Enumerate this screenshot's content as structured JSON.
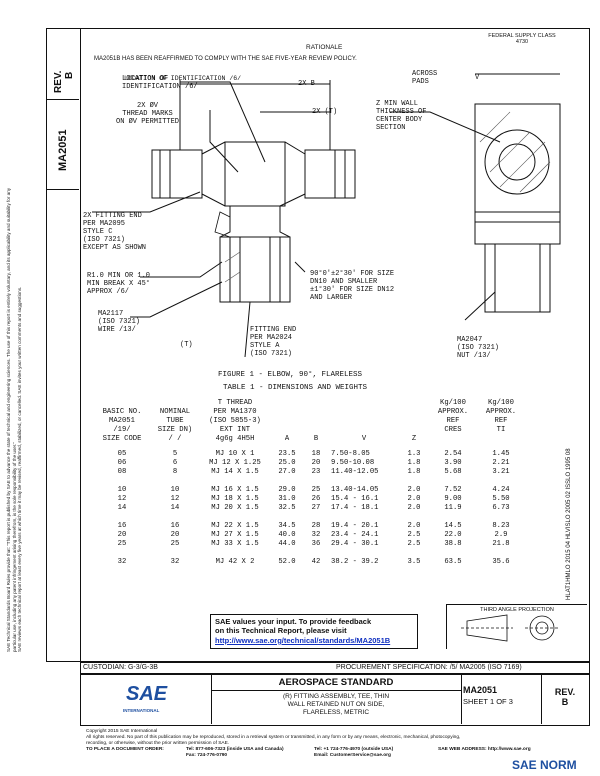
{
  "header": {
    "fed_class": "FEDERAL SUPPLY CLASS\n4730",
    "rationale_title": "RATIONALE",
    "rationale_text": "MA2051B HAS BEEN REAFFIRMED TO COMPLY WITH THE SAE FIVE-YEAR REVIEW POLICY."
  },
  "sidebar": {
    "rev_label": "REV.",
    "rev_value": "B",
    "doc_number": "MA2051",
    "legal_lines": [
      "SAE Technical Standards Board Rules provide that: \"This report is published by SAE to advance the state of technical and engineering sciences. The use of this report is entirely voluntary, and its applicability and suitability for any particular use, including any patent infringement arising therefrom, is the sole responsibility of the user.\"",
      "SAE reviews each technical report at least every five years at which time it may be revised, reaffirmed, stabilized, or cancelled. SAE invites your written comments and suggestions."
    ]
  },
  "drawing": {
    "callouts": {
      "location": "LOCATION OF\nIDENTIFICATION /6/",
      "dia2x": "2X ØV\nTHREAD MARKS\nON ØV PERMITTED",
      "twoxb": "2X B",
      "twoxt": "2X (T)",
      "across_pads": "ACROSS\nPADS",
      "v": "V",
      "zmin": "Z MIN WALL\nTHICKNESS OF\nCENTER BODY\nSECTION",
      "fitting_end": "2X FITTING END\nPER MA2095\nSTYLE C\n(ISO 7321)\nEXCEPT AS SHOWN",
      "r": "R1.0 MIN OR 1.0\nMIN BREAK X 45°\nAPPROX /6/",
      "angle": "90°0'±2°30' FOR SIZE\nDN10 AND SMALLER\n±1°30' FOR SIZE DN12\nAND LARGER",
      "wire": "MA2117\n(ISO 7321)\nWIRE /13/",
      "fitting_end2": "FITTING END\nPER MA2024\nSTYLE A\n(ISO 7321)",
      "t": "(T)",
      "nut": "MA2047\n(ISO 7321)\nNUT /13/",
      "figure": "FIGURE 1 - ELBOW, 90°, FLARELESS",
      "table_title": "TABLE 1 - DIMENSIONS AND WEIGHTS"
    },
    "right_code": "HLAT1HMLO 2015 04    HLVISLO 2005 02    ISSLO 1995 08"
  },
  "table": {
    "header_rows": [
      [
        "",
        "",
        "T THREAD",
        "",
        "",
        "",
        "",
        "",
        "Kg/100",
        "Kg/100"
      ],
      [
        "BASIC NO.",
        "NOMINAL",
        "PER MA1370",
        "",
        "",
        "",
        "",
        "",
        "APPROX.",
        "APPROX."
      ],
      [
        "MA2051",
        "TUBE",
        "(ISO 5855-3)",
        "",
        "",
        "",
        "",
        "",
        "REF",
        "REF"
      ],
      [
        "/19/",
        "SIZE DN)",
        "EXT     INT",
        "",
        "",
        "",
        "",
        "",
        "CRES",
        "TI"
      ],
      [
        "SIZE CODE",
        "/ /",
        "4g6g     4H5H",
        "A",
        "B",
        "V",
        "Z",
        "",
        "",
        ""
      ]
    ],
    "rows": [
      [
        "05",
        "5",
        "MJ 10 X 1",
        "23.5",
        "18",
        "7.50-8.05",
        "1.3",
        "2.54",
        "1.45"
      ],
      [
        "06",
        "6",
        "MJ 12 X 1.25",
        "25.0",
        "20",
        "9.50-10.08",
        "1.8",
        "3.90",
        "2.21"
      ],
      [
        "08",
        "8",
        "MJ 14 X 1.5",
        "27.0",
        "23",
        "11.40-12.05",
        "1.8",
        "5.68",
        "3.21"
      ],
      [
        "",
        "",
        "",
        "",
        "",
        "",
        "",
        "",
        ""
      ],
      [
        "10",
        "10",
        "MJ 16 X 1.5",
        "29.0",
        "25",
        "13.40-14.05",
        "2.0",
        "7.52",
        "4.24"
      ],
      [
        "12",
        "12",
        "MJ 18 X 1.5",
        "31.0",
        "26",
        "15.4 - 16.1",
        "2.0",
        "9.00",
        "5.50"
      ],
      [
        "14",
        "14",
        "MJ 20 X 1.5",
        "32.5",
        "27",
        "17.4 - 18.1",
        "2.0",
        "11.9",
        "6.73"
      ],
      [
        "",
        "",
        "",
        "",
        "",
        "",
        "",
        "",
        ""
      ],
      [
        "16",
        "16",
        "MJ 22 X 1.5",
        "34.5",
        "28",
        "19.4 - 20.1",
        "2.0",
        "14.5",
        "8.23"
      ],
      [
        "20",
        "20",
        "MJ 27 X 1.5",
        "40.0",
        "32",
        "23.4 - 24.1",
        "2.5",
        "22.0",
        "2.9"
      ],
      [
        "25",
        "25",
        "MJ 33 X 1.5",
        "44.0",
        "36",
        "29.4 - 30.1",
        "2.5",
        "38.8",
        "21.8"
      ],
      [
        "",
        "",
        "",
        "",
        "",
        "",
        "",
        "",
        ""
      ],
      [
        "32",
        "32",
        "MJ 42 X 2",
        "52.0",
        "42",
        "38.2 - 39.2",
        "3.5",
        "63.5",
        "35.6"
      ]
    ]
  },
  "projection_label": "THIRD ANGLE PROJECTION",
  "notice": {
    "line1": "SAE values your input. To provide feedback",
    "line2": "on this Technical Report, please visit",
    "link": "http://www.sae.org/technical/standards/MA2051B"
  },
  "title_block": {
    "custodian": "CUSTODIAN: G-3/G-3B",
    "procurement": "PROCUREMENT SPECIFICATION: /5/ MA2005 (ISO 7169)",
    "logo": "SAE",
    "logo_sub": "INTERNATIONAL",
    "standard": "AEROSPACE STANDARD",
    "title_lines": [
      "(R) FITTING ASSEMBLY, TEE, THIN",
      "WALL RETAINED NUT ON SIDE,",
      "FLARELESS, METRIC"
    ],
    "doc_number": "MA2051",
    "sheet": "SHEET 1 OF 3",
    "rev_label": "REV.",
    "rev_value": "B"
  },
  "footer": {
    "copyright": "Copyright 2015 SAE International",
    "rights": "All rights reserved. No part of this publication may be reproduced, stored in a retrieval system or transmitted, in any form or by any means, electronic, mechanical, photocopying,",
    "rights2": "recording, or otherwise, without the prior written permission of SAE.",
    "order": "TO PLACE A DOCUMENT ORDER:",
    "tel1": "Tel: 877-606-7323 (inside USA and Canada)",
    "tel2": "Tel: +1 724-776-4970 (outside USA)",
    "fax": "Fax: 724-776-0790",
    "email": "Email: CustomerService@sae.org",
    "web": "SAE WEB ADDRESS: http://www.sae.org",
    "watermark": "SAE NORM"
  }
}
